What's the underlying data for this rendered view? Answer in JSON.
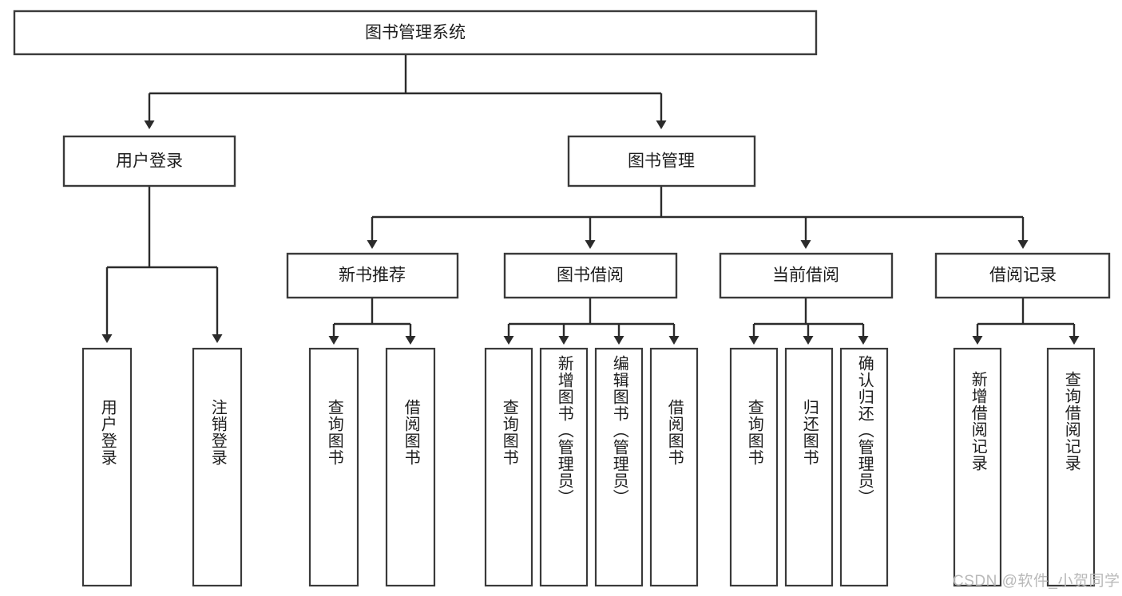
{
  "diagram": {
    "type": "tree-hierarchy",
    "title": "图书管理系统",
    "watermark": "CSDN @软件_小贺同学",
    "colors": {
      "box_stroke": "#3a3a3a",
      "edge": "#2b2b2b",
      "box_fill": "#ffffff",
      "text": "#1d1d1d",
      "watermark": "#b9b9b9"
    },
    "levels": {
      "root": {
        "label": "图书管理系统"
      },
      "level2": [
        {
          "id": "user-login",
          "label": "用户登录"
        },
        {
          "id": "book-manage",
          "label": "图书管理"
        }
      ],
      "level3": [
        {
          "id": "new-book-recommend",
          "label": "新书推荐"
        },
        {
          "id": "book-borrow",
          "label": "图书借阅"
        },
        {
          "id": "current-borrow",
          "label": "当前借阅"
        },
        {
          "id": "borrow-record",
          "label": "借阅记录"
        }
      ],
      "leaves": {
        "user-login": [
          {
            "id": "leaf-user-login",
            "label": "用户登录"
          },
          {
            "id": "leaf-logout-login",
            "label": "注销登录"
          }
        ],
        "new-book-recommend": [
          {
            "id": "leaf-query-book-1",
            "label": "查询图书"
          },
          {
            "id": "leaf-borrow-book-1",
            "label": "借阅图书"
          }
        ],
        "book-borrow": [
          {
            "id": "leaf-query-book-2",
            "label": "查询图书"
          },
          {
            "id": "leaf-add-book",
            "label": "新增图书（管理员）"
          },
          {
            "id": "leaf-edit-book",
            "label": "编辑图书（管理员）"
          },
          {
            "id": "leaf-borrow-book-2",
            "label": "借阅图书"
          }
        ],
        "current-borrow": [
          {
            "id": "leaf-query-book-3",
            "label": "查询图书"
          },
          {
            "id": "leaf-return-book",
            "label": "归还图书"
          },
          {
            "id": "leaf-confirm-return",
            "label": "确认归还（管理员）"
          }
        ],
        "borrow-record": [
          {
            "id": "leaf-add-record",
            "label": "新增借阅记录"
          },
          {
            "id": "leaf-query-record",
            "label": "查询借阅记录"
          }
        ]
      }
    }
  }
}
